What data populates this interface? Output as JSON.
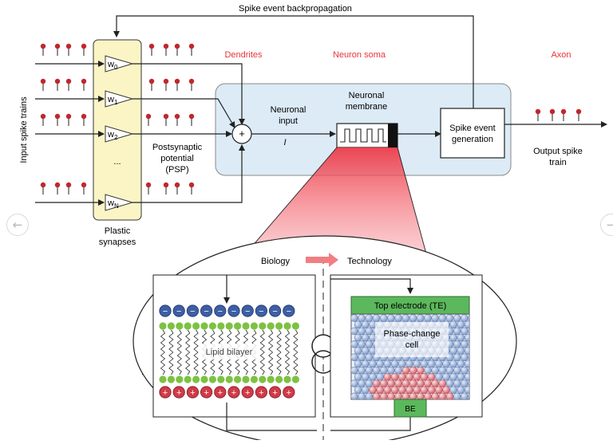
{
  "labels": {
    "backprop": "Spike event backpropagation",
    "input_trains": "Input spike trains",
    "dendrites": "Dendrites",
    "soma": "Neuron soma",
    "axon": "Axon",
    "neuronal_input_1": "Neuronal",
    "neuronal_input_2": "input",
    "current_symbol": "I",
    "membrane_1": "Neuronal",
    "membrane_2": "membrane",
    "spike_gen_1": "Spike event",
    "spike_gen_2": "generation",
    "psp_1": "Postsynaptic",
    "psp_2": "potential",
    "psp_3": "(PSP)",
    "output_1": "Output spike",
    "output_2": "train",
    "synapses_1": "Plastic",
    "synapses_2": "synapses",
    "ellipsis": "...",
    "plus": "+",
    "biology": "Biology",
    "technology": "Technology",
    "lipid": "Lipid bilayer",
    "top_electrode": "Top electrode (TE)",
    "pcm_1": "Phase-change",
    "pcm_2": "cell",
    "be": "BE",
    "ion_neg": "−",
    "ion_pos": "+"
  },
  "weights": [
    {
      "base": "w",
      "sub": "0"
    },
    {
      "base": "w",
      "sub": "1"
    },
    {
      "base": "w",
      "sub": "2"
    },
    {
      "base": "w",
      "sub": "N"
    }
  ],
  "nav": {
    "prev_icon": "arrow-left-icon",
    "next_icon": "arrow-right-icon"
  },
  "colors": {
    "region_label": "#e8343a",
    "synapse_fill": "#fbf5c6",
    "soma_fill": "#dcebf6",
    "spike_head": "#c0272d",
    "electrode": "#5cb85c",
    "anion": "#3d5fa6",
    "cation": "#d23a48",
    "lipid_head": "#7cc242",
    "bio_tech_arrow": "#f07e83"
  }
}
